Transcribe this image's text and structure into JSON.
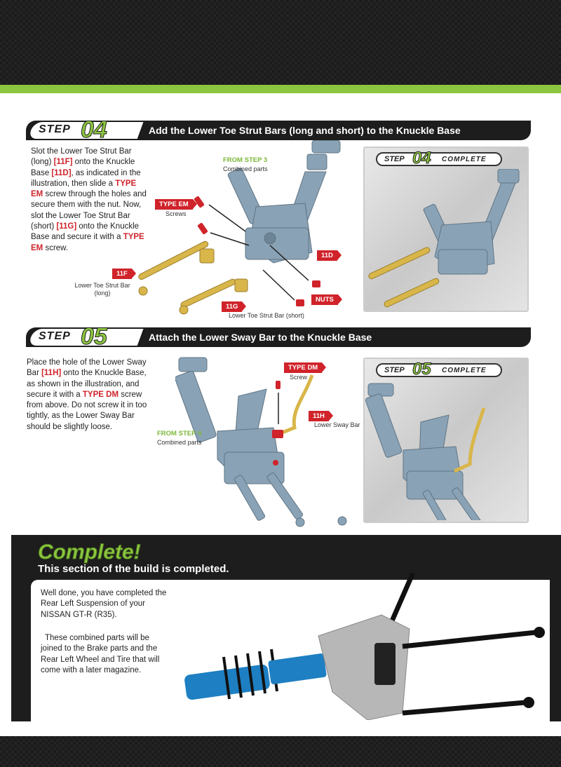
{
  "step4": {
    "word": "STEP",
    "num": "04",
    "title": "Add the Lower Toe Strut Bars (long and short) to the Knuckle Base",
    "text_parts": [
      "Slot the Lower Toe Strut Bar (long) ",
      "[11F]",
      " onto the Knuckle Base ",
      "[11D]",
      ", as indicated in the illustration, then slide a ",
      "TYPE EM",
      " screw through the holes and secure them with the nut. Now, slot the Lower Toe Strut Bar (short) ",
      "[11G]",
      " onto the Knuckle Base and secure it with a ",
      "TYPE EM",
      " screw."
    ],
    "from_step": "FROM STEP 3",
    "combined": "Combined parts",
    "type_tag": "TYPE EM",
    "screws": "Screws",
    "tag_11d": "11D",
    "tag_11f": "11F",
    "long_label_1": "Lower Toe Strut Bar",
    "long_label_2": "(long)",
    "tag_11g": "11G",
    "short_label": "Lower Toe Strut Bar (short)",
    "nuts": "NUTS",
    "badge_step": "STEP",
    "badge_num": "04",
    "badge_complete": "COMPLETE"
  },
  "step5": {
    "word": "STEP",
    "num": "05",
    "title": "Attach the Lower Sway Bar to the Knuckle Base",
    "text_parts": [
      "Place the hole of the Lower Sway Bar ",
      "[11H]",
      " onto the Knuckle Base, as shown in the illustration, and secure it with a ",
      "TYPE DM",
      " screw from above. Do not screw it in too tightly, as the Lower Sway Bar should be slightly loose."
    ],
    "type_tag": "TYPE DM",
    "screw": "Screw",
    "tag_11h": "11H",
    "sway_label": "Lower Sway Bar",
    "from_step": "FROM STEP 4",
    "combined": "Combined parts",
    "badge_step": "STEP",
    "badge_num": "05",
    "badge_complete": "COMPLETE"
  },
  "complete": {
    "title": "Complete!",
    "subtitle": "This section of the build is completed.",
    "para1": "Well done, you have completed the Rear Left Suspension of your NISSAN GT-R (R35).",
    "para2": "These combined parts will be joined to the Brake parts and the Rear Left Wheel and Tire that will come with a later magazine."
  },
  "colors": {
    "accent": "#8cc63f",
    "red": "#d0232a",
    "dark": "#1d1d1d",
    "part_blue": "#7f98ac",
    "gold": "#d9b64a"
  }
}
